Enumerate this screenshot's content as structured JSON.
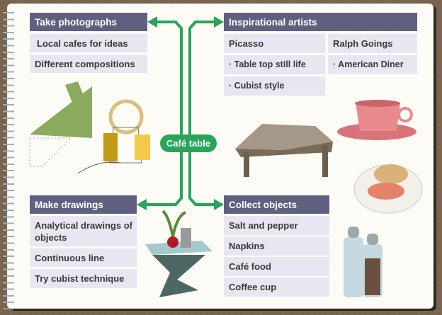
{
  "center": {
    "label": "Café table"
  },
  "branches": {
    "photographs": {
      "title": "Take photographs",
      "items": [
        "Local cafes for ideas",
        "Different compositions"
      ]
    },
    "artists": {
      "title": "Inspirational artists",
      "columns": [
        {
          "name": "Picasso",
          "items": [
            "· Table top still life",
            "· Cubist style"
          ]
        },
        {
          "name": "Ralph Goings",
          "items": [
            "· American Diner"
          ]
        }
      ]
    },
    "drawings": {
      "title": "Make drawings",
      "items": [
        "Analytical drawings of objects",
        "Continuous line",
        "Try cubist technique"
      ]
    },
    "objects": {
      "title": "Collect objects",
      "items": [
        "Salt and pepper",
        "Napkins",
        "Café food",
        "Coffee cup"
      ]
    }
  },
  "colors": {
    "header": "#5f6080",
    "item": "#e7e6f1",
    "connector": "#27a55a"
  }
}
